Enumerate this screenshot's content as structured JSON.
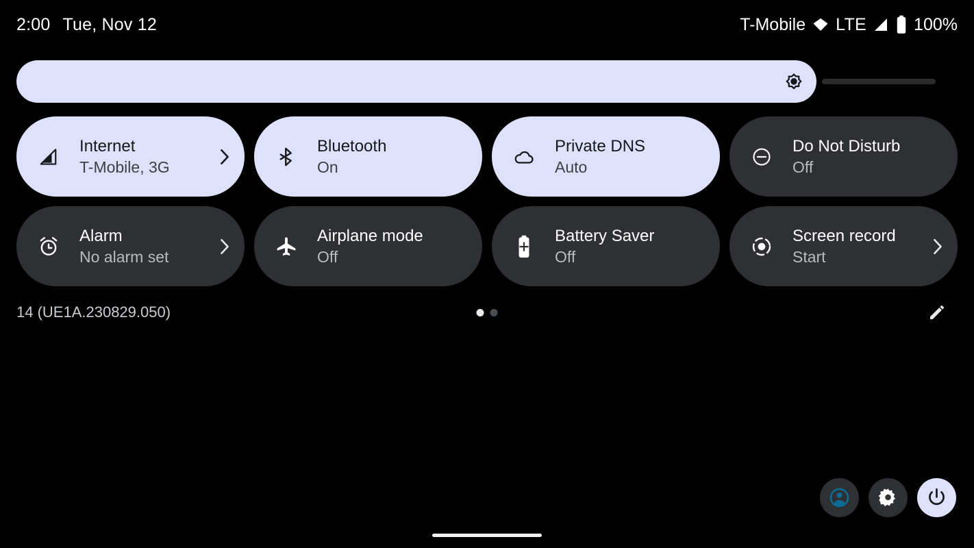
{
  "status_bar": {
    "clock": "2:00",
    "date": "Tue, Nov 12",
    "carrier": "T-Mobile",
    "wifi_icon": "wifi-icon",
    "network_type": "LTE",
    "signal_icon": "signal-bars-icon",
    "battery_icon": "battery-full-icon",
    "battery_percent": "100%"
  },
  "brightness": {
    "name": "brightness-slider",
    "icon": "brightness-sun-icon",
    "value_percent": 85
  },
  "tiles": [
    {
      "name": "tile-internet",
      "icon": "signal-cellular-icon",
      "title": "Internet",
      "subtitle": "T-Mobile, 3G",
      "active": true,
      "chevron": true
    },
    {
      "name": "tile-bluetooth",
      "icon": "bluetooth-icon",
      "title": "Bluetooth",
      "subtitle": "On",
      "active": true,
      "chevron": false
    },
    {
      "name": "tile-private-dns",
      "icon": "cloud-icon",
      "title": "Private DNS",
      "subtitle": "Auto",
      "active": true,
      "chevron": false
    },
    {
      "name": "tile-do-not-disturb",
      "icon": "do-not-disturb-icon",
      "title": "Do Not Disturb",
      "subtitle": "Off",
      "active": false,
      "chevron": false
    },
    {
      "name": "tile-alarm",
      "icon": "alarm-clock-icon",
      "title": "Alarm",
      "subtitle": "No alarm set",
      "active": false,
      "chevron": true
    },
    {
      "name": "tile-airplane-mode",
      "icon": "airplane-icon",
      "title": "Airplane mode",
      "subtitle": "Off",
      "active": false,
      "chevron": false
    },
    {
      "name": "tile-battery-saver",
      "icon": "battery-saver-icon",
      "title": "Battery Saver",
      "subtitle": "Off",
      "active": false,
      "chevron": false
    },
    {
      "name": "tile-screen-record",
      "icon": "screen-record-icon",
      "title": "Screen record",
      "subtitle": "Start",
      "active": false,
      "chevron": true
    }
  ],
  "footer": {
    "build_label": "14 (UE1A.230829.050)",
    "pages": {
      "count": 2,
      "active_index": 0
    },
    "edit_icon": "edit-pencil-icon"
  },
  "bottom_actions": [
    {
      "name": "user-switcher-button",
      "icon": "account-circle-icon",
      "style": "dark"
    },
    {
      "name": "settings-button",
      "icon": "gear-icon",
      "style": "dark"
    },
    {
      "name": "power-button",
      "icon": "power-icon",
      "style": "light"
    }
  ],
  "home_indicator": {
    "name": "home-gesture-bar"
  },
  "colors": {
    "background": "#000000",
    "tile_active_bg": "#dde1fb",
    "tile_inactive_bg": "#2e3033",
    "accent_text_dark": "#16181c",
    "avatar_accent": "#0b6d94",
    "home_indicator": "#f1f1f1"
  }
}
